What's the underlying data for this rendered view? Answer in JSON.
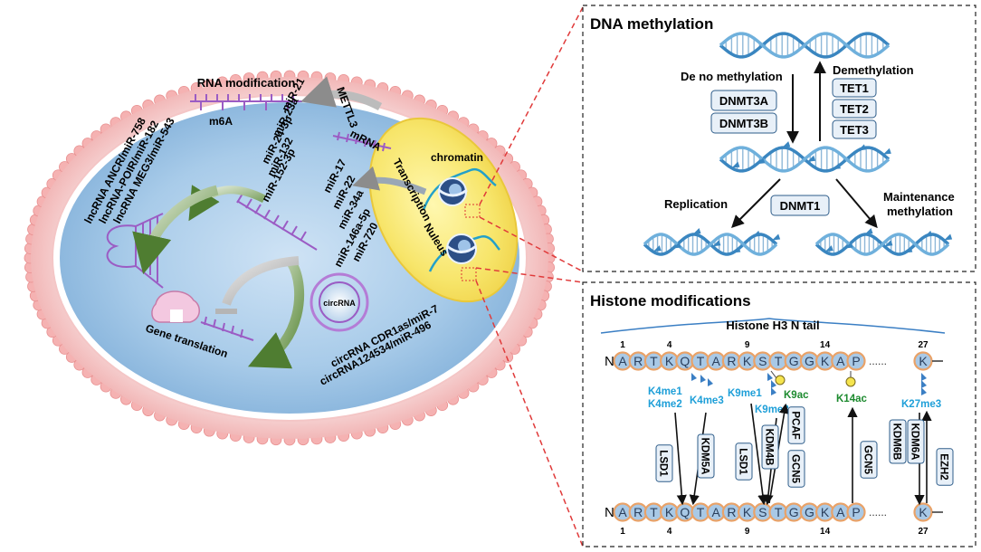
{
  "cell": {
    "rna_modification": "RNA modification",
    "m6a": "m6A",
    "mettl3": "METTL3",
    "mrna": "mRNA",
    "chromatin": "chromatin",
    "transcription": "Transcription",
    "nucleus": "Nuleus",
    "lncrna_lines": [
      "lncRNA ANCR/miR-758",
      "lncRNA-POIR/miR-182",
      "lncRNA MEG3/miR-543"
    ],
    "mir_group1": [
      "miR-21",
      "miR-23a",
      "miR-24-3p",
      "miR-132",
      "miR-152-3p"
    ],
    "mir_group2": [
      "miR-17",
      "miR-22",
      "miR-34a",
      "miR-146a-5p",
      "miR-720"
    ],
    "circrna": "circRNA",
    "circ_lines": [
      "circRNA CDR1as/miR-7",
      "circRNA124534/miR-496"
    ],
    "gene_translation": "Gene translation"
  },
  "dna_methylation": {
    "title": "DNA methylation",
    "de_novo": "De no methylation",
    "demethylation": "Demethylation",
    "dnmt3": [
      "DNMT3A",
      "DNMT3B"
    ],
    "tet": [
      "TET1",
      "TET2",
      "TET3"
    ],
    "replication": "Replication",
    "dnmt1": "DNMT1",
    "maintenance": [
      "Maintenance",
      "methylation"
    ]
  },
  "histone": {
    "title": "Histone modifications",
    "tail_label": "Histone H3 N tail",
    "n_label": "N",
    "sequence": [
      "A",
      "R",
      "T",
      "K",
      "Q",
      "T",
      "A",
      "R",
      "K",
      "S",
      "T",
      "G",
      "G",
      "K",
      "A",
      "P"
    ],
    "last_residue": "K",
    "dots": "......",
    "positions": [
      "1",
      "4",
      "9",
      "14",
      "27"
    ],
    "marks_blue": [
      "K4me1",
      "K4me2",
      "K4me3",
      "K9me1",
      "K9me3",
      "K27me3"
    ],
    "marks_green": [
      "K9ac",
      "K14ac"
    ],
    "enzymes": [
      "LSD1",
      "KDM5A",
      "LSD1",
      "KDM4B",
      "PCAF",
      "GCN5",
      "GCN5",
      "KDM6B",
      "KDM6A",
      "EZH2"
    ],
    "colors": {
      "residue_fill": "#a9c9e6",
      "residue_ring": "#e9a268",
      "methyl": "#1e9fd8",
      "acetyl": "#1c8a2e"
    }
  }
}
